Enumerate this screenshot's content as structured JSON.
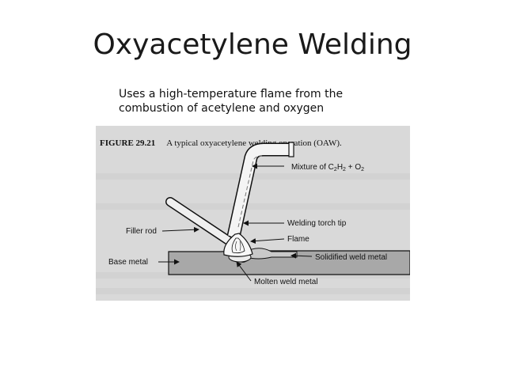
{
  "slide": {
    "title": "Oxyacetylene Welding",
    "subtitle_line1": "Uses a high-temperature flame from the",
    "subtitle_line2": "combustion of acetylene and oxygen"
  },
  "figure": {
    "caption_number": "FIGURE 29.21",
    "caption_text": "A typical oxyacetylene welding operation (OAW).",
    "labels": {
      "mixture": "Mixture of C2H2 + O2",
      "torch_tip": "Welding torch tip",
      "filler_rod": "Filler rod",
      "flame": "Flame",
      "base_metal": "Base metal",
      "solidified": "Solidified weld metal",
      "molten": "Molten weld metal"
    }
  },
  "colors": {
    "figure_background": "#d9d9d9",
    "base_metal_fill": "#a8a8a8",
    "ink": "#111111"
  }
}
